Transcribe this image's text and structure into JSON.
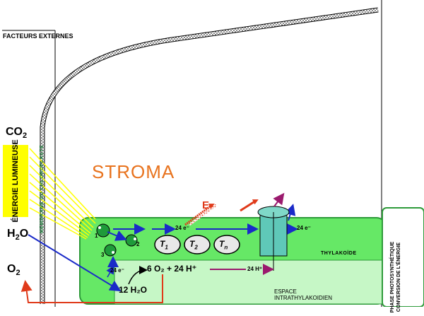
{
  "labels": {
    "facteurs": "FACTEURS EXTERNES",
    "co2_main": "CO",
    "co2_sub": "2",
    "h2o_main": "H",
    "h2o_sub": "2",
    "h2o_end": "O",
    "o2_main": "O",
    "o2_sub": "2",
    "energie": "ÉNERGIE LUMINEUSE",
    "stroma": "STROMA",
    "membrane": "MEMBRANE DU CHLOROPLASTE",
    "thylakoide": "THYLAKOÏDE",
    "espace": "ESPACE INTRATHYLAKOIDIEN",
    "phase": "PHASE PHOTOSYNTHÉTIQUE CONVERSION DE L'ÉNERGIE",
    "e_symbol": "E",
    "electrons_a": "24 e⁻",
    "electrons_b": "24 e⁻",
    "electrons_c": "24 e⁻",
    "protons": "24 H⁺",
    "reaction": "6 O₂ + 24 H⁺",
    "water": "12 H₂O",
    "t1": "T",
    "t1_sub": "1",
    "t2": "T",
    "t2_sub": "2",
    "tn": "T",
    "tn_sub": "n",
    "n1": "1",
    "n2": "2",
    "n3": "3"
  },
  "colors": {
    "thylakoid_fill": "#66e866",
    "thylakoid_stroke": "#2e9b3a",
    "lumen_fill": "#c6f7c6",
    "membrane_green": "#2e9b3a",
    "light_ray": "#ffff00",
    "blue_arrow": "#1a2ac8",
    "red_arrow": "#e03a1a",
    "purple_arrow": "#9b1a6e",
    "channel": "#5fc8b8",
    "stroma_text": "#e8731e"
  },
  "icons": [
    "photosystem-cluster",
    "transporter-t1",
    "transporter-t2",
    "transporter-tn",
    "atp-synthase-channel",
    "energy-burst-icon"
  ]
}
